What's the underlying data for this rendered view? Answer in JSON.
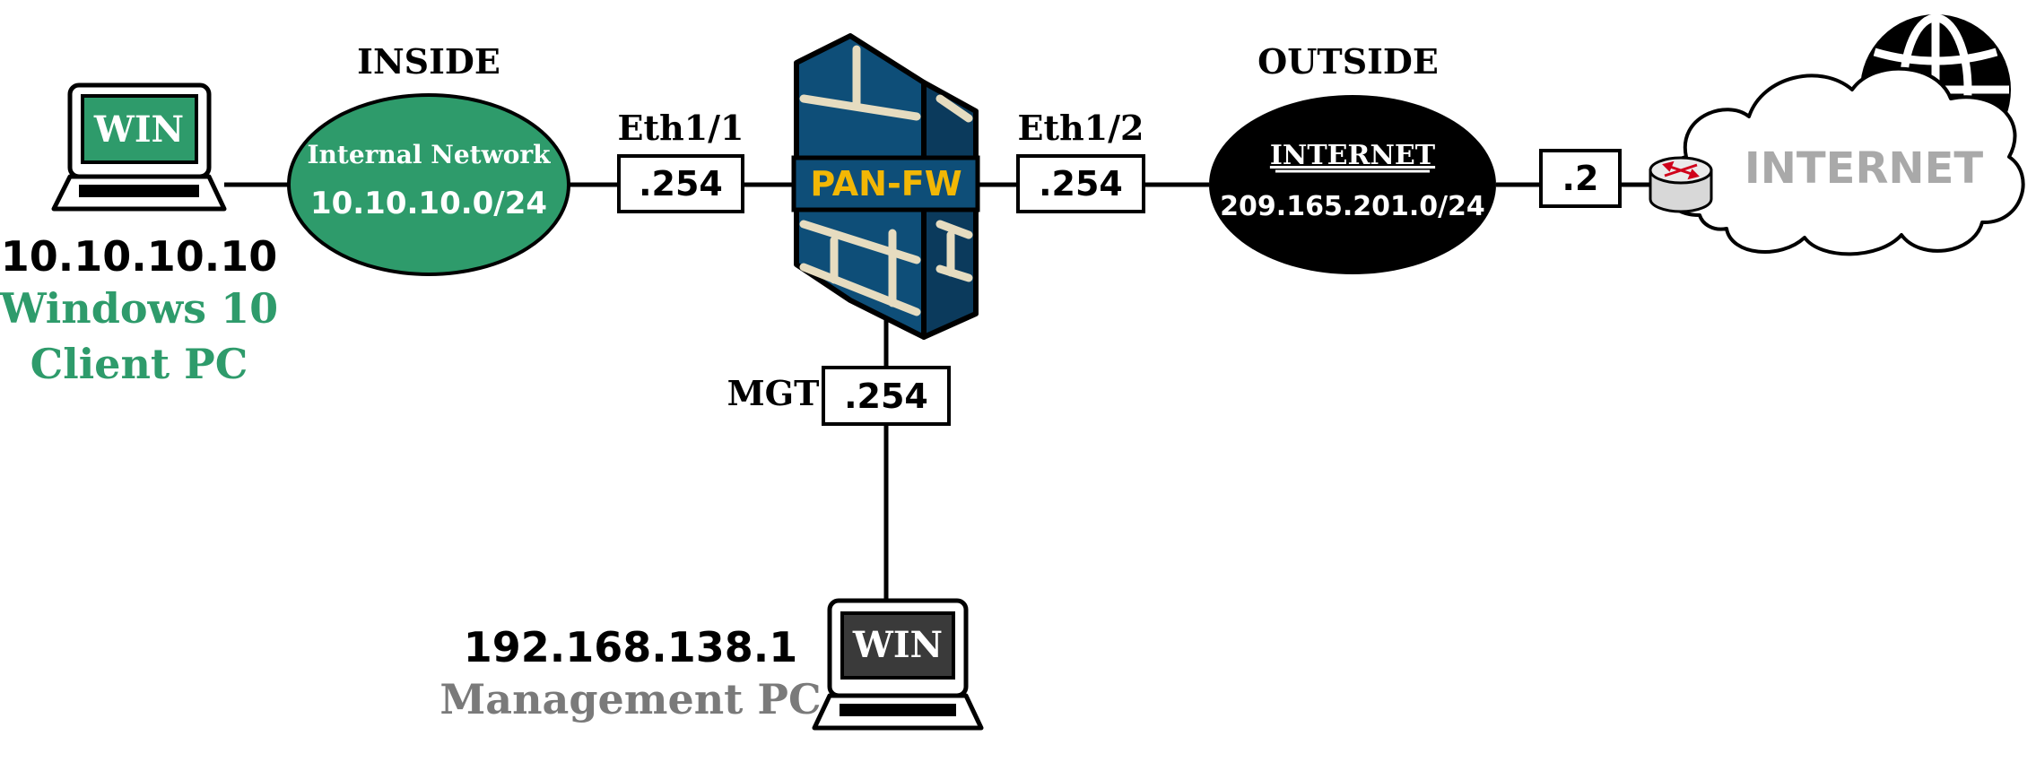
{
  "zones": {
    "inside": "INSIDE",
    "outside": "OUTSIDE"
  },
  "client_pc": {
    "screen_label": "WIN",
    "ip": "10.10.10.10",
    "line1": "Windows 10",
    "line2": "Client PC"
  },
  "internal_network": {
    "title": "Internal Network",
    "subnet": "10.10.10.0/24"
  },
  "firewall": {
    "name": "PAN-FW",
    "ports": [
      {
        "interface": "Eth1/1",
        "ip": ".254"
      },
      {
        "interface": "Eth1/2",
        "ip": ".254"
      },
      {
        "interface": "MGT",
        "ip": ".254"
      }
    ]
  },
  "external_network": {
    "title": "INTERNET",
    "subnet": "209.165.201.0/24"
  },
  "gateway": {
    "ip": ".2"
  },
  "internet_cloud": {
    "label": "INTERNET"
  },
  "management_pc": {
    "screen_label": "WIN",
    "ip": "192.168.138.1",
    "label": "Management PC"
  },
  "colors": {
    "green": "#2e9b6b",
    "firewall_blue": "#0e4e78",
    "firewall_brick": "#e6dcc0",
    "firewall_label": "#f2b705",
    "black": "#000000",
    "gray_text": "#7a7a7a",
    "cloud_text": "#a9a9a9",
    "mgmt_screen": "#3a3a3a"
  }
}
